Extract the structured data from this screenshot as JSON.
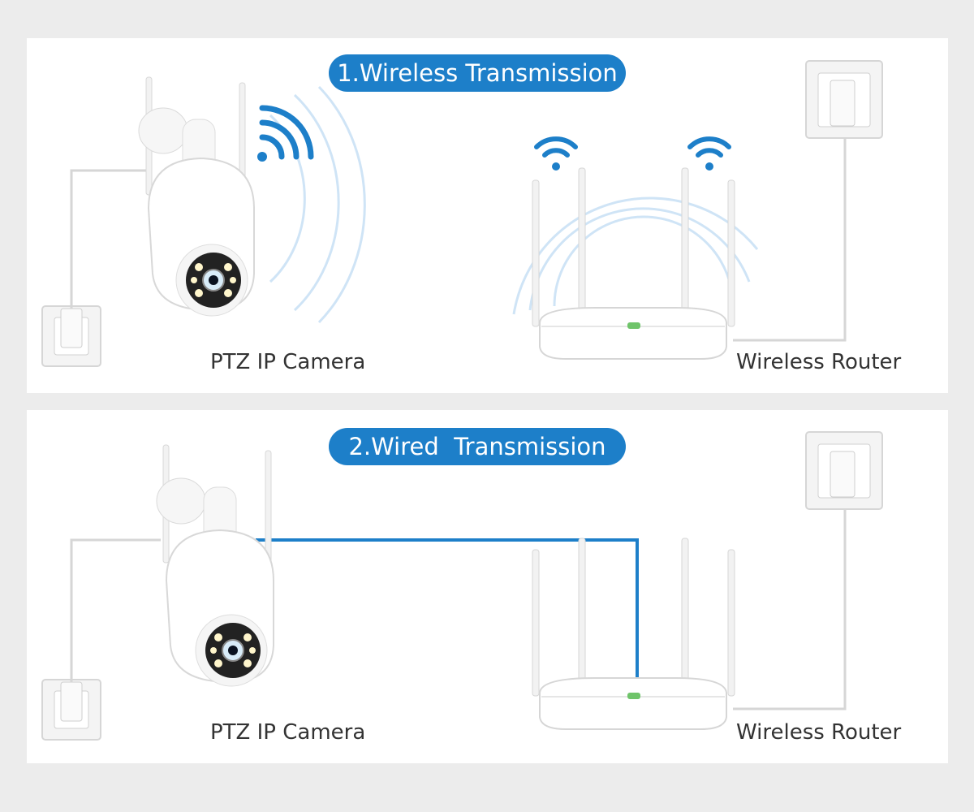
{
  "sections": [
    {
      "title": "1.Wireless Transmission",
      "camera_label": "PTZ IP Camera",
      "router_label": "Wireless Router",
      "mode": "wireless"
    },
    {
      "title": "2.Wired  Transmission",
      "camera_label": "PTZ IP Camera",
      "router_label": "Wireless Router",
      "mode": "wired"
    }
  ],
  "colors": {
    "accent": "#1d7fc9",
    "background": "#ececec",
    "panel": "#ffffff",
    "wave": "#cfe4f6"
  },
  "icons": [
    "wifi-icon",
    "power-outlet-icon",
    "ptz-camera-icon",
    "router-icon",
    "ethernet-cable-icon"
  ]
}
